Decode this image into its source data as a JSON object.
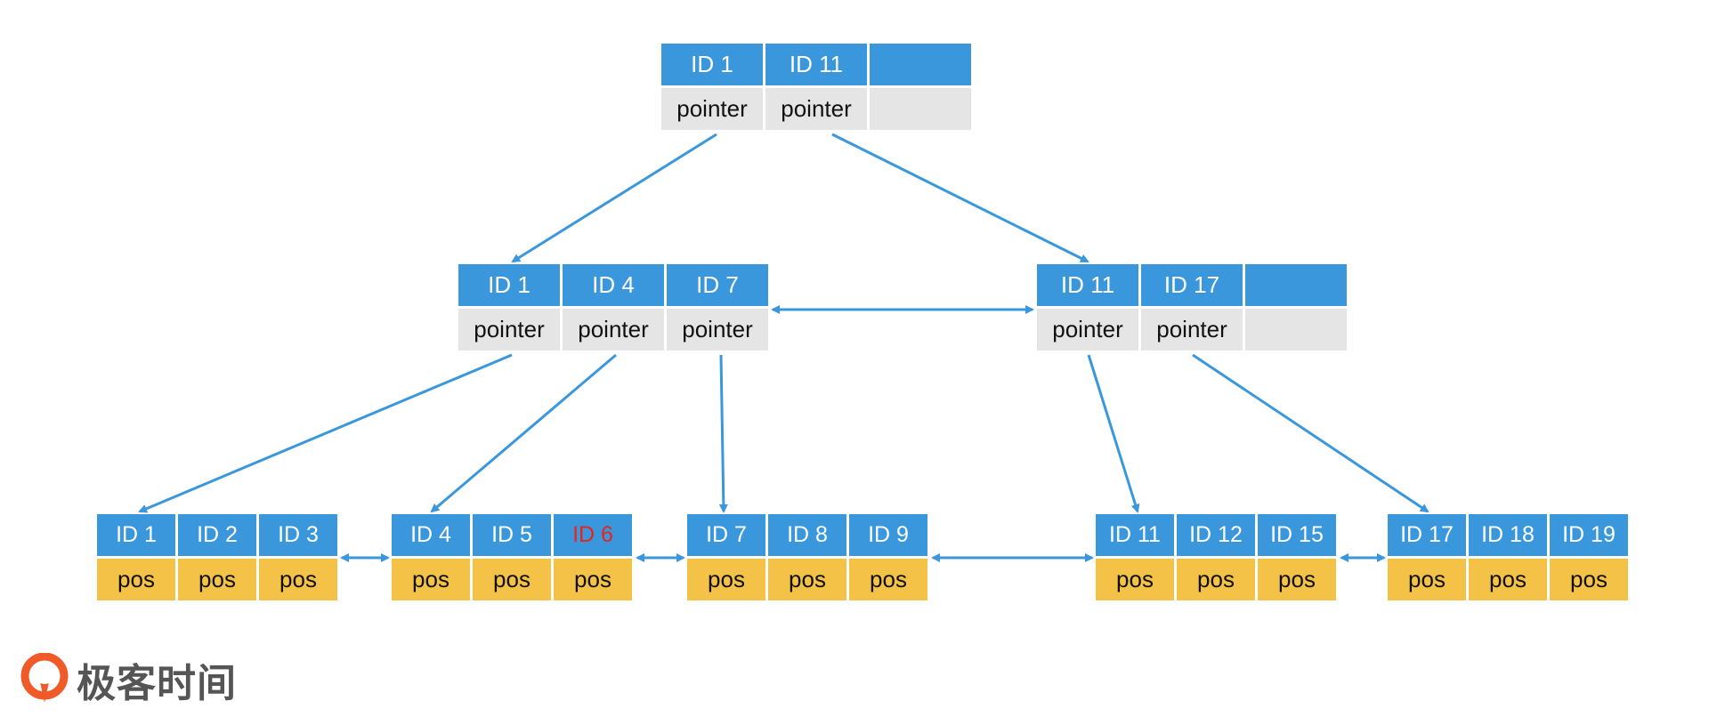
{
  "colors": {
    "key_bg": "#3a97dc",
    "pointer_bg": "#e6e5e6",
    "pos_bg": "#f4c246",
    "highlight_text": "#e8231b",
    "arrow": "#3a97dc",
    "logo_text": "#555555",
    "logo_mark": "#f05a28"
  },
  "tree": {
    "root": {
      "cells": [
        {
          "key": "ID 1",
          "value": "pointer"
        },
        {
          "key": "ID 11",
          "value": "pointer"
        },
        {
          "key": "",
          "value": ""
        }
      ]
    },
    "internal_left": {
      "cells": [
        {
          "key": "ID 1",
          "value": "pointer"
        },
        {
          "key": "ID 4",
          "value": "pointer"
        },
        {
          "key": "ID 7",
          "value": "pointer"
        }
      ]
    },
    "internal_right": {
      "cells": [
        {
          "key": "ID 11",
          "value": "pointer"
        },
        {
          "key": "ID 17",
          "value": "pointer"
        },
        {
          "key": "",
          "value": ""
        }
      ]
    },
    "leaves": [
      {
        "cells": [
          {
            "key": "ID 1",
            "value": "pos"
          },
          {
            "key": "ID 2",
            "value": "pos"
          },
          {
            "key": "ID 3",
            "value": "pos"
          }
        ]
      },
      {
        "cells": [
          {
            "key": "ID 4",
            "value": "pos"
          },
          {
            "key": "ID 5",
            "value": "pos"
          },
          {
            "key": "ID 6",
            "value": "pos",
            "highlight": true
          }
        ]
      },
      {
        "cells": [
          {
            "key": "ID 7",
            "value": "pos"
          },
          {
            "key": "ID 8",
            "value": "pos"
          },
          {
            "key": "ID 9",
            "value": "pos"
          }
        ]
      },
      {
        "cells": [
          {
            "key": "ID 11",
            "value": "pos"
          },
          {
            "key": "ID 12",
            "value": "pos"
          },
          {
            "key": "ID 15",
            "value": "pos"
          }
        ]
      },
      {
        "cells": [
          {
            "key": "ID 17",
            "value": "pos"
          },
          {
            "key": "ID 18",
            "value": "pos"
          },
          {
            "key": "ID 19",
            "value": "pos"
          }
        ]
      }
    ]
  },
  "logo": {
    "icon": "geektime-logo-icon",
    "text": "极客时间"
  }
}
